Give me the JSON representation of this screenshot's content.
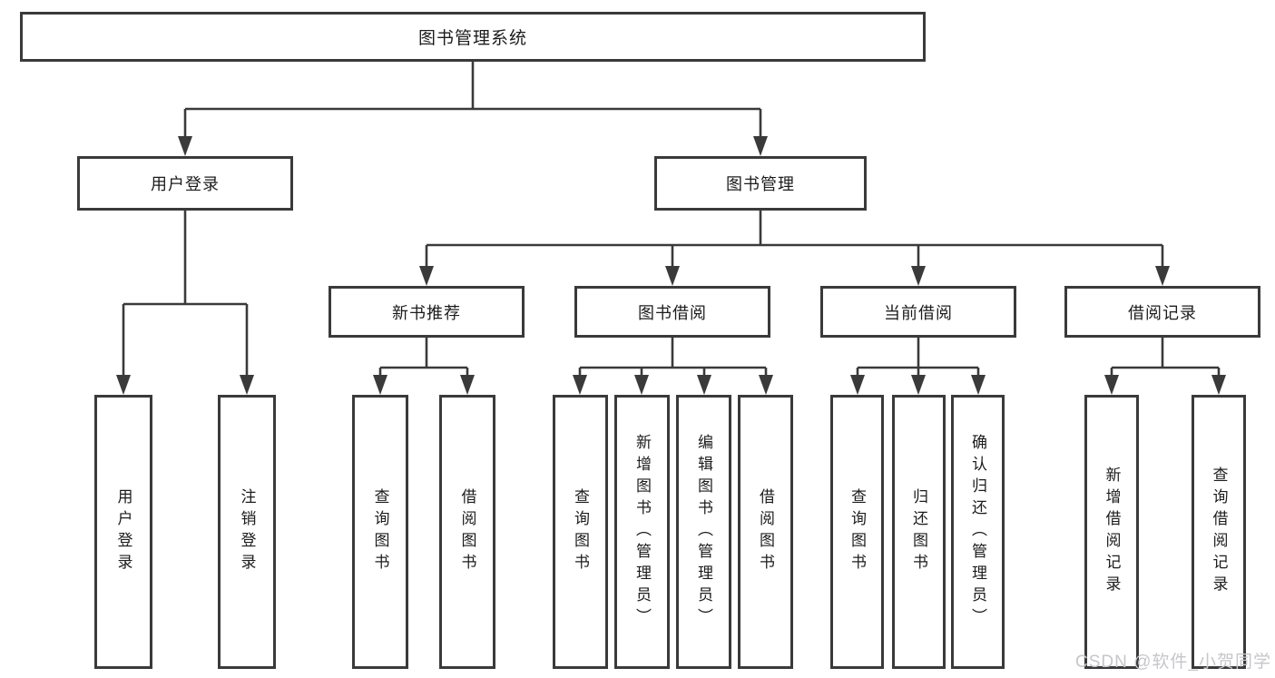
{
  "diagram": {
    "root": {
      "label": "图书管理系统"
    },
    "level2": [
      {
        "id": "user-login",
        "label": "用户登录"
      },
      {
        "id": "book-management",
        "label": "图书管理"
      }
    ],
    "level3": [
      {
        "id": "new-book-recommendation",
        "label": "新书推荐"
      },
      {
        "id": "book-borrowing",
        "label": "图书借阅"
      },
      {
        "id": "current-borrowing",
        "label": "当前借阅"
      },
      {
        "id": "borrowing-records",
        "label": "借阅记录"
      }
    ],
    "leaves": {
      "user_login": [
        "用户登录",
        "注销登录"
      ],
      "new_book_recommendation": [
        "查询图书",
        "借阅图书"
      ],
      "book_borrowing": [
        "查询图书",
        "新增图书（管理员）",
        "编辑图书（管理员）",
        "借阅图书"
      ],
      "current_borrowing": [
        "查询图书",
        "归还图书",
        "确认归还（管理员）"
      ],
      "borrowing_records": [
        "新增借阅记录",
        "查询借阅记录"
      ]
    }
  },
  "watermark": {
    "text": "CSDN @软件_小贺同学"
  },
  "colors": {
    "line": "#3a3a3a",
    "text": "#1c1c1c",
    "watermark": "#c6c6cb",
    "background": "#ffffff"
  }
}
